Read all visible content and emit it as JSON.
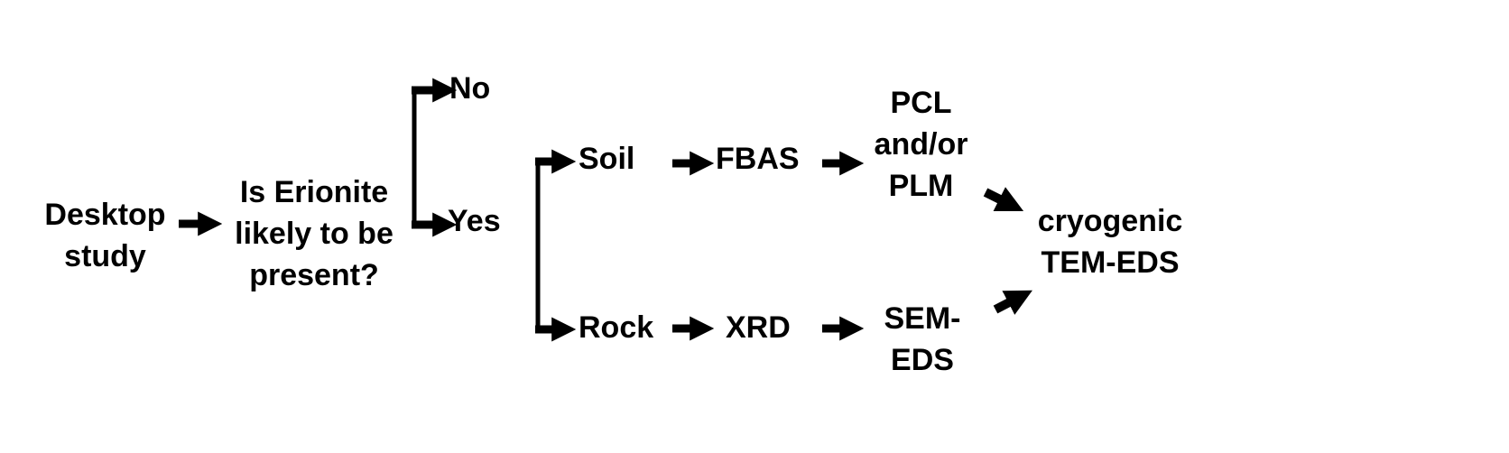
{
  "diagram": {
    "type": "flowchart",
    "colors": {
      "background": "#ffffff",
      "foreground": "#000000"
    },
    "nodes": {
      "desktop_study": {
        "lines": [
          "Desktop",
          "study"
        ]
      },
      "question": {
        "lines": [
          "Is Erionite",
          "likely to be",
          "present?"
        ]
      },
      "no": {
        "label": "No"
      },
      "yes": {
        "label": "Yes"
      },
      "soil": {
        "label": "Soil"
      },
      "rock": {
        "label": "Rock"
      },
      "fbas": {
        "label": "FBAS"
      },
      "xrd": {
        "label": "XRD"
      },
      "pcl_plm": {
        "lines": [
          "PCL",
          "and/or",
          "PLM"
        ]
      },
      "sem_eds": {
        "lines": [
          "SEM-",
          "EDS"
        ]
      },
      "cryo_tem": {
        "lines": [
          "cryogenic",
          "TEM-EDS"
        ]
      }
    },
    "edges": [
      {
        "from": "Desktop study",
        "to": "Is Erionite likely to be present?"
      },
      {
        "from": "Is Erionite likely to be present?",
        "to": "No"
      },
      {
        "from": "Is Erionite likely to be present?",
        "to": "Yes"
      },
      {
        "from": "Yes",
        "to": "Soil"
      },
      {
        "from": "Yes",
        "to": "Rock"
      },
      {
        "from": "Soil",
        "to": "FBAS"
      },
      {
        "from": "FBAS",
        "to": "PCL and/or PLM"
      },
      {
        "from": "Rock",
        "to": "XRD"
      },
      {
        "from": "XRD",
        "to": "SEM-EDS"
      },
      {
        "from": "PCL and/or PLM",
        "to": "cryogenic TEM-EDS"
      },
      {
        "from": "SEM-EDS",
        "to": "cryogenic TEM-EDS"
      }
    ]
  }
}
